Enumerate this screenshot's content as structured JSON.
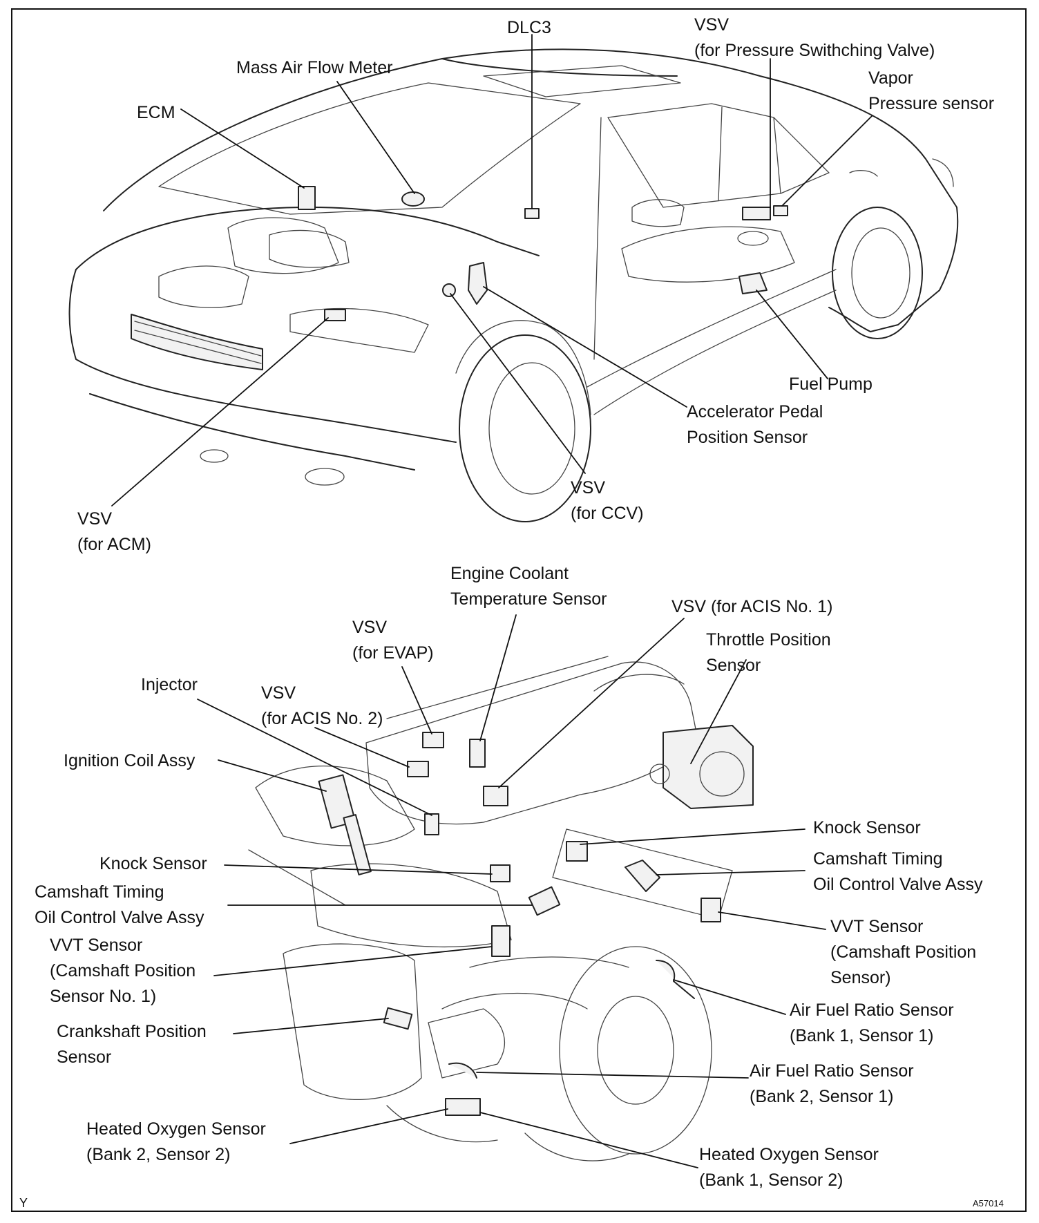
{
  "labels": {
    "ecm": "ECM",
    "maf": "Mass Air Flow Meter",
    "dlc3": "DLC3",
    "vsv_psv": "VSV\n(for Pressure Swithching Valve)",
    "vapor": "Vapor\nPressure sensor",
    "fuel_pump": "Fuel Pump",
    "app_sensor": "Accelerator  Pedal\nPosition Sensor",
    "vsv_ccv": "VSV\n(for CCV)",
    "vsv_acm": "VSV\n(for ACM)",
    "ect_sensor": "Engine Coolant\nTemperature Sensor",
    "vsv_acis1": "VSV (for ACIS No. 1)",
    "vsv_evap": "VSV\n(for EVAP)",
    "tps": "Throttle Position\nSensor",
    "injector": "Injector",
    "vsv_acis2": "VSV\n(for ACIS No. 2)",
    "ignition_coil": "Ignition Coil Assy",
    "knock_right": "Knock Sensor",
    "knock_left": "Knock Sensor",
    "ocv_right": "Camshaft Timing\nOil Control Valve Assy",
    "ocv_left": "Camshaft Timing\nOil Control Valve Assy",
    "vvt_right": "VVT Sensor\n(Camshaft Position\nSensor)",
    "vvt_left": "VVT Sensor\n(Camshaft Position\nSensor No. 1)",
    "af_b1s1": "Air Fuel Ratio Sensor\n(Bank 1, Sensor 1)",
    "crank": "Crankshaft Position\nSensor",
    "af_b2s1": "Air Fuel Ratio Sensor\n(Bank 2, Sensor 1)",
    "ho2_b2s2": "Heated Oxygen Sensor\n(Bank 2, Sensor 2)",
    "ho2_b1s2": "Heated Oxygen Sensor\n(Bank 1, Sensor 2)"
  },
  "corner_left": "Y",
  "corner_right": "A57014"
}
